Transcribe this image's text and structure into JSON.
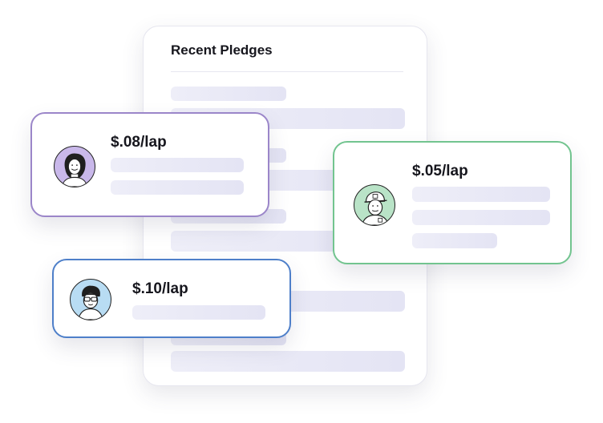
{
  "panel": {
    "title": "Recent Pledges"
  },
  "cards": [
    {
      "rate": "$.08/lap",
      "accent": "#9b86c9",
      "avatar_bg": "#c9b8ea",
      "icon": "woman-avatar-icon"
    },
    {
      "rate": "$.05/lap",
      "accent": "#72c48f",
      "avatar_bg": "#b9e3c7",
      "icon": "cap-man-avatar-icon"
    },
    {
      "rate": "$.10/lap",
      "accent": "#4e7fc9",
      "avatar_bg": "#b8dcf3",
      "icon": "glasses-man-avatar-icon"
    }
  ]
}
